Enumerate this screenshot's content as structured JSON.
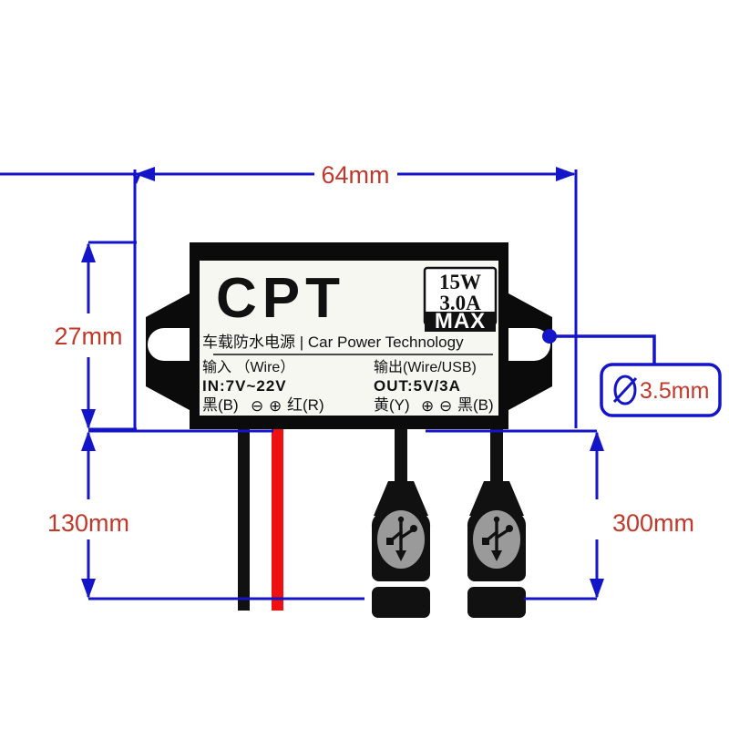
{
  "diagram": {
    "title": "CPT Car Power Technology waterproof DC converter dimension drawing",
    "colors": {
      "dimension_line": "#1414c8",
      "dimension_text": "#c0392b",
      "housing": "#0b0b0b",
      "label_panel": "#f7f7f2",
      "wire_black": "#111111",
      "wire_red": "#ee1111",
      "usb_badge": "#9a9a9a"
    }
  },
  "dimensions": {
    "width": "64mm",
    "height": "27mm",
    "input_cable_length": "130mm",
    "output_cable_length": "300mm",
    "mount_hole": {
      "symbol": "Ø",
      "value": "3.5mm"
    }
  },
  "device_label": {
    "brand": "CPT",
    "badge": {
      "power": "15W",
      "current": "3.0A",
      "max": "MAX"
    },
    "tagline": "车载防水电源 | Car Power Technology",
    "input": {
      "heading": "输入  （Wire）",
      "spec": "IN:7V~22V",
      "polarity_left": "黑(B)",
      "polarity_minus": "⊖",
      "polarity_plus": "⊕",
      "polarity_right": "红(R)"
    },
    "output": {
      "heading": "输出(Wire/USB)",
      "spec": "OUT:5V/3A",
      "polarity_left": "黄(Y)",
      "polarity_plus": "⊕",
      "polarity_minus": "⊖",
      "polarity_right": "黑(B)"
    }
  },
  "connectors": {
    "usb_port_count": 2,
    "usb_symbol": "usb-trident"
  },
  "wires": {
    "input": [
      {
        "name": "black-input-wire",
        "color": "#111111"
      },
      {
        "name": "red-input-wire",
        "color": "#ee1111"
      }
    ],
    "output": [
      {
        "name": "usb-cable-1",
        "color": "#111111"
      },
      {
        "name": "usb-cable-2",
        "color": "#111111"
      }
    ]
  }
}
